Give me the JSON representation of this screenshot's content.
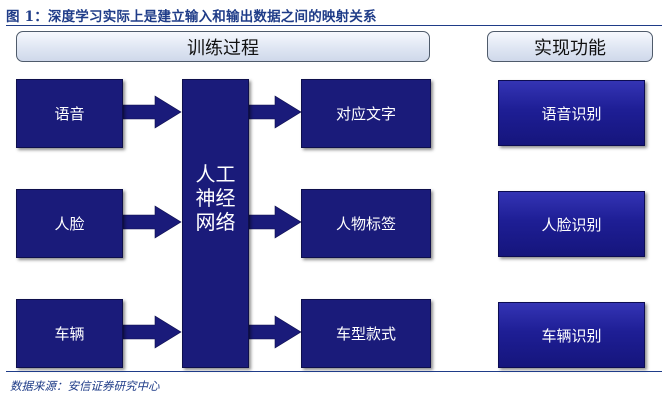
{
  "figure_title": "图 1：深度学习实际上是建立输入和输出数据之间的映射关系",
  "source_note": "数据来源：安信证券研究中心",
  "headers": {
    "training": "训练过程",
    "function": "实现功能"
  },
  "inputs": [
    "语音",
    "人脸",
    "车辆"
  ],
  "network": {
    "lines": [
      "人工",
      "神经",
      "网络"
    ]
  },
  "outputs": [
    "对应文字",
    "人物标签",
    "车型款式"
  ],
  "functions": [
    "语音识别",
    "人脸识别",
    "车辆识别"
  ],
  "colors": {
    "box_fill": "#1a1b7a",
    "arrow_fill": "#1a1b7a",
    "header_fill": "#dfe6f3",
    "title_text": "#1f3c88"
  }
}
